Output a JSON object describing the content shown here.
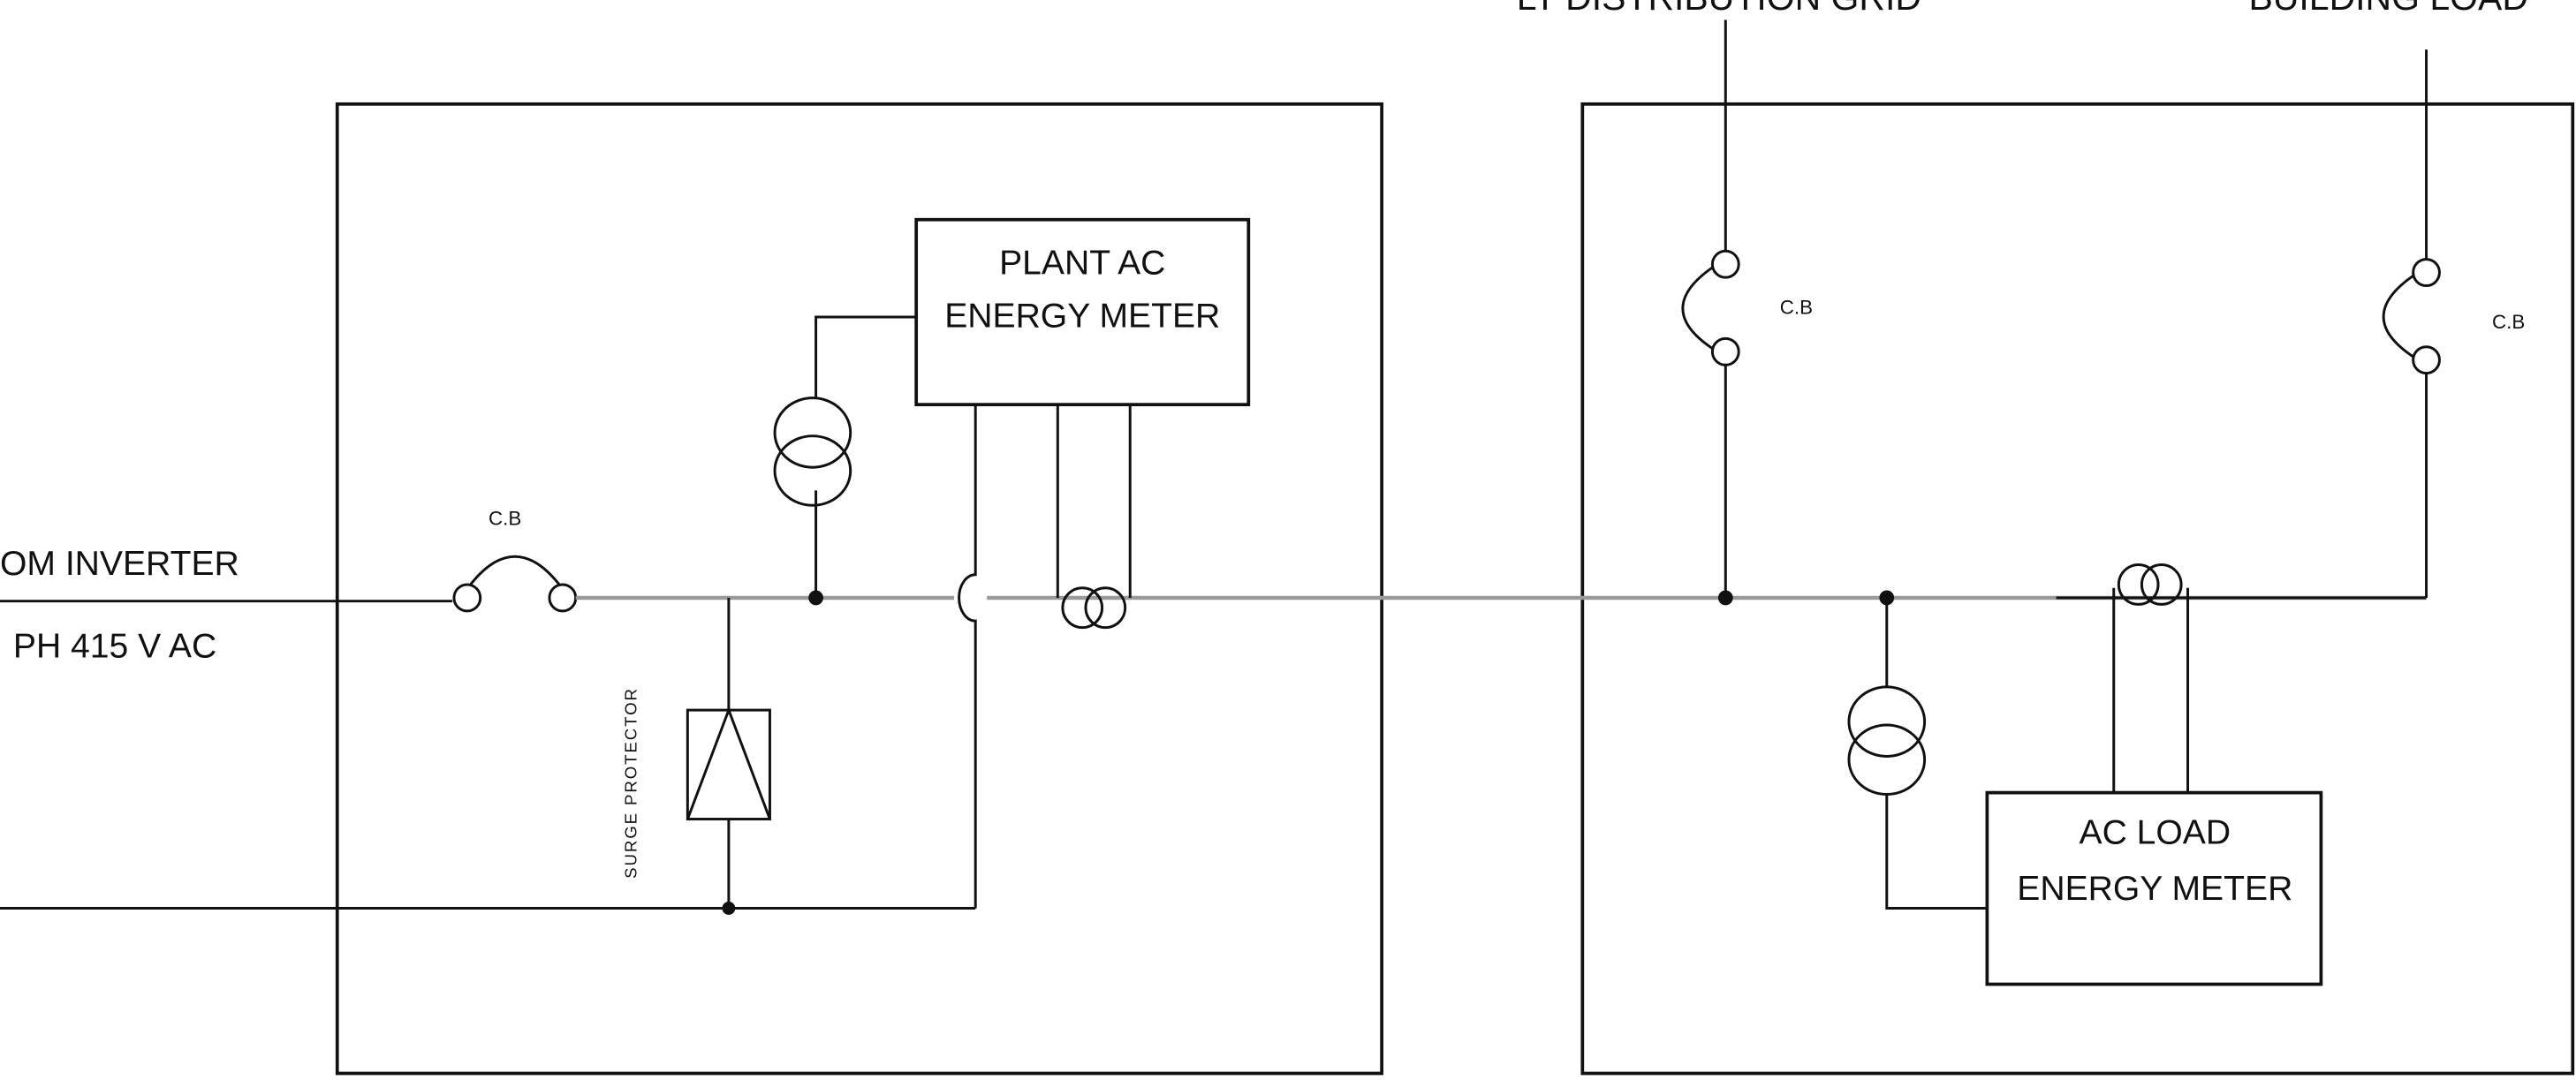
{
  "labels": {
    "grid": "LT DISTRIBUTION GRID",
    "building_load": "BUILDING LOAD",
    "from_inverter": "OM INVERTER",
    "supply": "PH 415 V AC",
    "cb_inverter": "C.B",
    "cb_grid": "C.B",
    "cb_load": "C.B",
    "surge_protector": "SURGE PROTECTOR"
  },
  "plant_meter": {
    "line1": "PLANT AC",
    "line2": "ENERGY METER"
  },
  "load_meter": {
    "line1": "AC LOAD",
    "line2": "ENERGY METER"
  }
}
